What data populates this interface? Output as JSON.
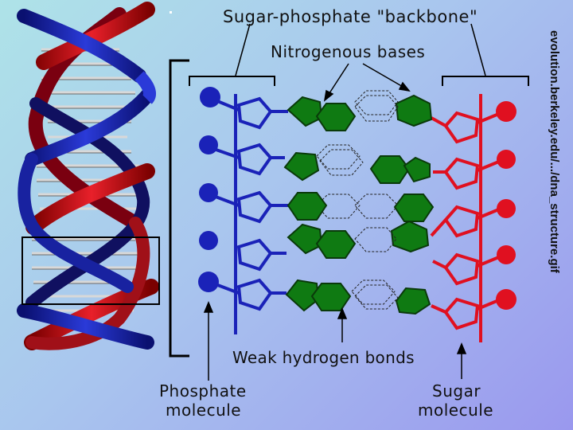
{
  "labels": {
    "backbone": "Sugar-phosphate \"backbone\"",
    "bases": "Nitrogenous bases",
    "hydrogen_bonds": "Weak hydrogen bonds",
    "phosphate_line1": "Phosphate",
    "phosphate_line2": "molecule",
    "sugar_line1": "Sugar",
    "sugar_line2": "molecule",
    "source": "evolution.berkeley.edu/.../dna_structure.gif"
  },
  "colors": {
    "blue_strand": "#1a22b8",
    "red_strand": "#e01020",
    "base_fill": "#0f7a12",
    "base_outline": "#0a3a0a"
  }
}
